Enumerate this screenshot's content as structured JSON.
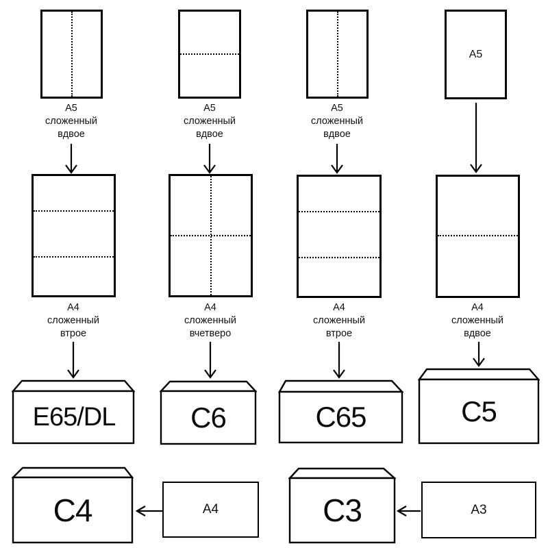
{
  "colors": {
    "c4_fill": "#F8A5A5",
    "stroke": "#000000",
    "background": "#FFFFFF"
  },
  "columns": [
    {
      "top_caption": "A5\nсложенный\nвдвое",
      "mid_caption": "A4\nсложенный\nвтрое",
      "envelope_label": "E65/DL"
    },
    {
      "top_caption": "A5\nсложенный\nвдвое",
      "mid_caption": "A4\nсложенный\nвчетверо",
      "envelope_label": "C6"
    },
    {
      "top_caption": "A5\nсложенный\nвдвое",
      "mid_caption": "A4\nсложенный\nвтрое",
      "envelope_label": "C65"
    },
    {
      "top_sheet_label": "A5",
      "mid_caption": "A4\nсложенный\nвдвое",
      "envelope_label": "C5"
    }
  ],
  "bottom": {
    "c4_label": "C4",
    "a4_label": "A4",
    "c3_label": "C3",
    "a3_label": "A3"
  }
}
